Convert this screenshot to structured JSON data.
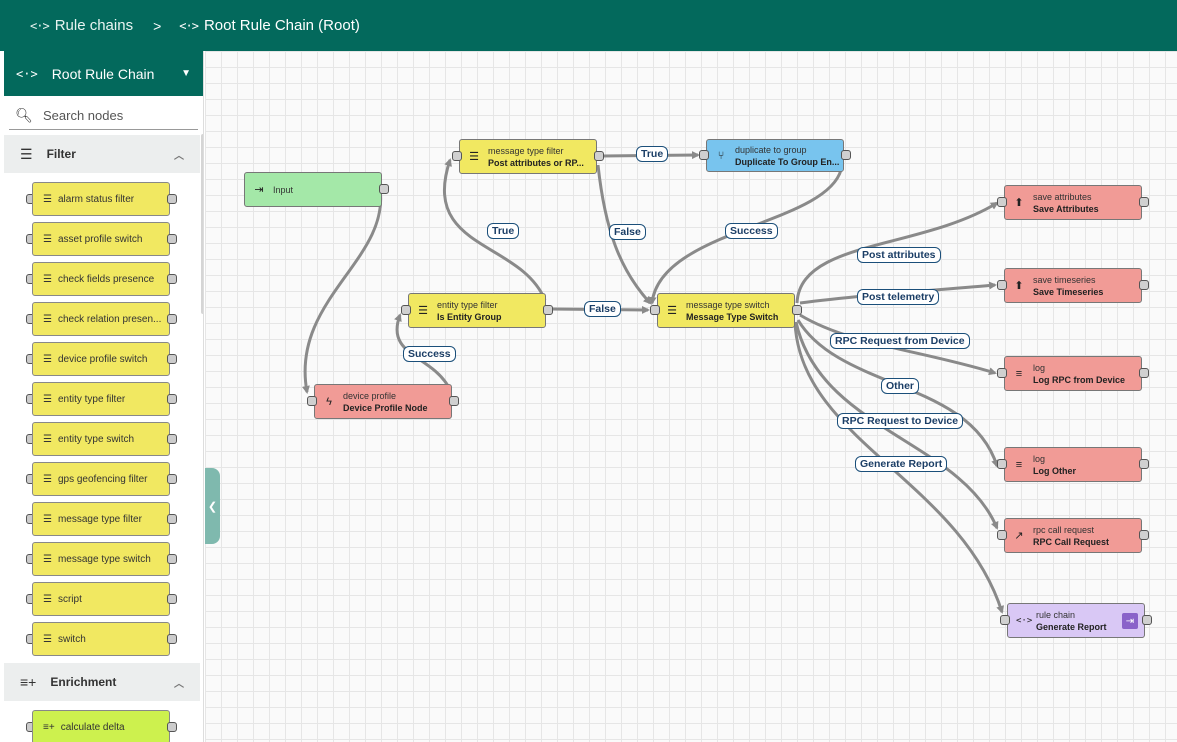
{
  "breadcrumb": {
    "rule_chains_icon": "<·>",
    "rule_chains": "Rule chains",
    "separator": ">",
    "current_icon": "<·>",
    "current": "Root Rule Chain (Root)"
  },
  "sidebar": {
    "title": "Root Rule Chain",
    "title_icon": "<·>",
    "search_placeholder": "Search nodes",
    "filter_section": "Filter",
    "filter_items": [
      "alarm status filter",
      "asset profile switch",
      "check fields presence",
      "check relation presen...",
      "device profile switch",
      "entity type filter",
      "entity type switch",
      "gps geofencing filter",
      "message type filter",
      "message type switch",
      "script",
      "switch"
    ],
    "enrichment_section": "Enrichment",
    "enrichment_items": [
      "calculate delta"
    ]
  },
  "nodes": {
    "input": {
      "name": "Input"
    },
    "device_profile": {
      "type": "device profile",
      "name": "Device Profile Node"
    },
    "entity_type_filter": {
      "type": "entity type filter",
      "name": "Is Entity Group"
    },
    "message_type_filter": {
      "type": "message type filter",
      "name": "Post attributes or RP..."
    },
    "duplicate": {
      "type": "duplicate to group",
      "name": "Duplicate To Group En..."
    },
    "message_type_switch": {
      "type": "message type switch",
      "name": "Message Type Switch"
    },
    "save_attributes": {
      "type": "save attributes",
      "name": "Save Attributes"
    },
    "save_timeseries": {
      "type": "save timeseries",
      "name": "Save Timeseries"
    },
    "log_rpc": {
      "type": "log",
      "name": "Log RPC from Device"
    },
    "log_other": {
      "type": "log",
      "name": "Log Other"
    },
    "rpc_call": {
      "type": "rpc call request",
      "name": "RPC Call Request"
    },
    "rule_chain": {
      "type": "rule chain",
      "name": "Generate Report"
    }
  },
  "edge_labels": {
    "success_dp": "Success",
    "true_etf": "True",
    "false_etf": "False",
    "true_mtf": "True",
    "false_mtf": "False",
    "success_dup": "Success",
    "post_attributes": "Post attributes",
    "post_telemetry": "Post telemetry",
    "rpc_from_device": "RPC Request from Device",
    "other": "Other",
    "rpc_to_device": "RPC Request to Device",
    "generate_report": "Generate Report"
  },
  "colors": {
    "header": "#03695c",
    "filter_node": "#f1e861",
    "action_node": "#f19b96",
    "input_node": "#a4e8a8",
    "transform_node": "#78c4ee",
    "flow_node": "#d9c8f5",
    "enrichment_node": "#cdf14e"
  },
  "icons": {
    "filter": "filter-icon",
    "enrichment": "playlist-add-icon",
    "input": "input-icon",
    "device_profile": "bolt-icon",
    "duplicate": "call-split-icon",
    "save": "upload-icon",
    "log": "menu-icon",
    "rpc": "call-made-icon",
    "rule_chain": "code-icon"
  }
}
